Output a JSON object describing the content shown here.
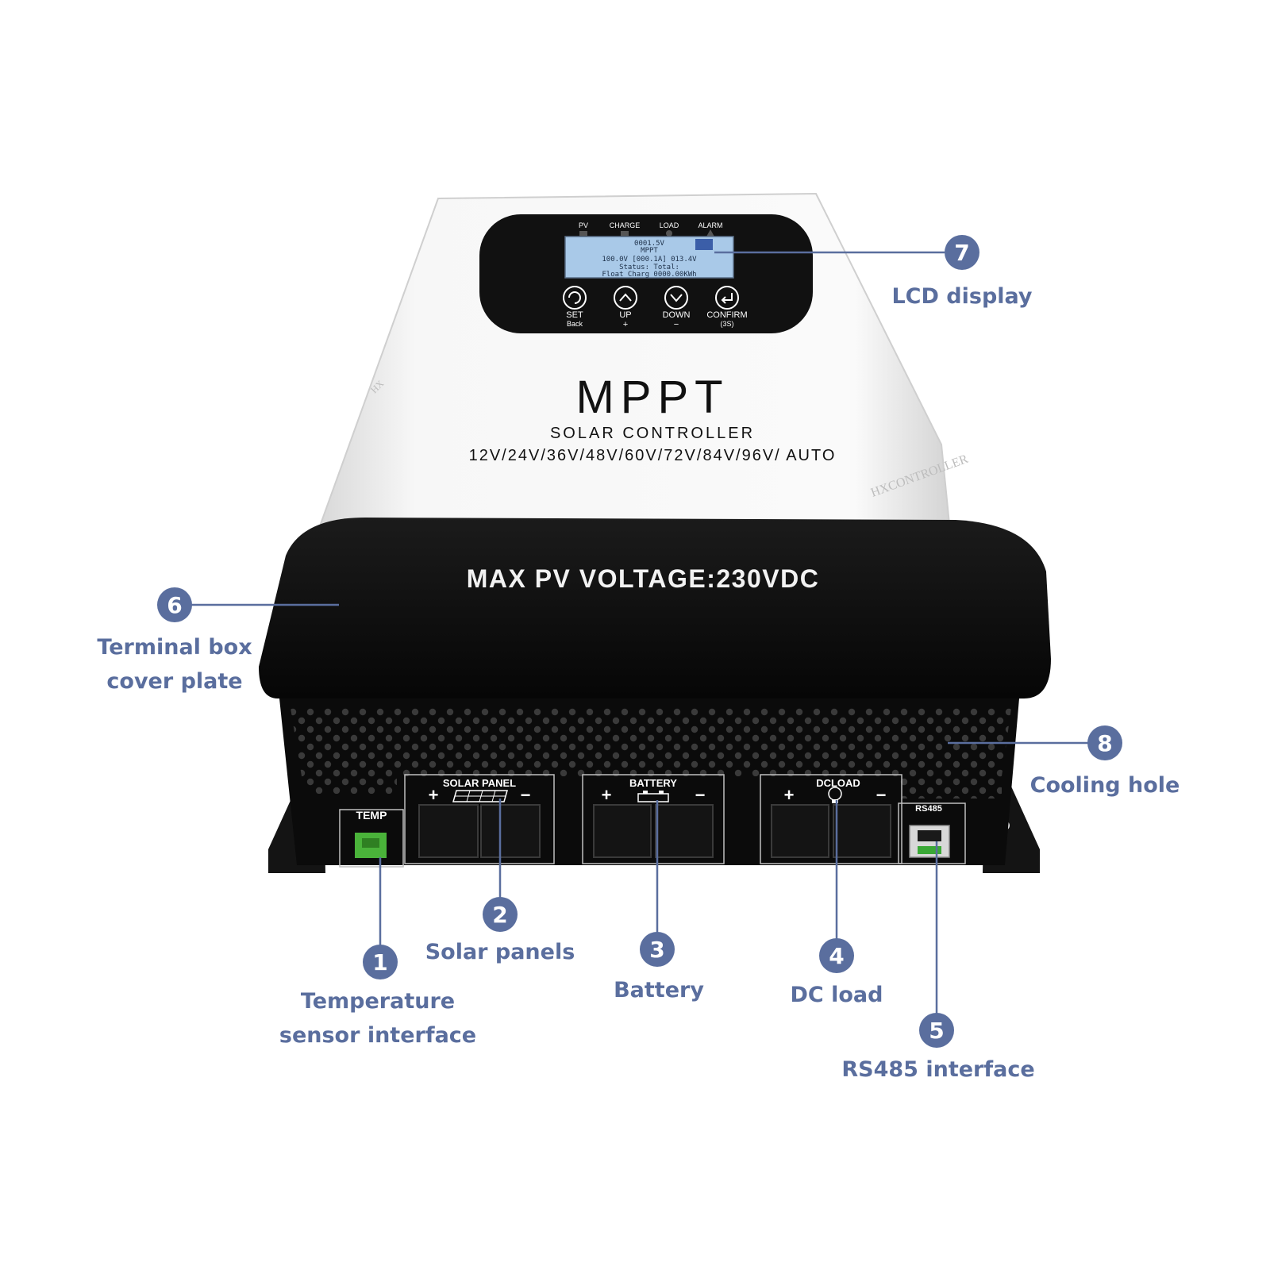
{
  "device": {
    "brand_title": "MPPT",
    "subtitle": "SOLAR CONTROLLER",
    "voltages": "12V/24V/36V/48V/60V/72V/84V/96V/ AUTO",
    "watermark": "HXCONTROLLER",
    "watermark_short": "HX",
    "max_voltage": "MAX PV VOLTAGE:230VDC",
    "indicators": [
      "PV",
      "CHARGE",
      "LOAD",
      "ALARM"
    ],
    "lcd_lines": [
      "0001.5V",
      "MPPT",
      "100.0V  [000.1A]  013.4V",
      "Status:        Total:",
      "Float Charg  0000.00KWh"
    ],
    "buttons": [
      {
        "label": "SET",
        "sub": "Back"
      },
      {
        "label": "UP",
        "sub": "+"
      },
      {
        "label": "DOWN",
        "sub": "−"
      },
      {
        "label": "CONFIRM",
        "sub": "(3S)"
      }
    ],
    "ports": {
      "temp": "TEMP",
      "solar": "SOLAR PANEL",
      "battery": "BATTERY",
      "dcload": "DCLOAD",
      "rs485": "RS485",
      "plus": "+",
      "minus": "−"
    }
  },
  "callouts": [
    {
      "num": "1",
      "lines": [
        "Temperature",
        "sensor interface"
      ]
    },
    {
      "num": "2",
      "lines": [
        "Solar panels"
      ]
    },
    {
      "num": "3",
      "lines": [
        "Battery"
      ]
    },
    {
      "num": "4",
      "lines": [
        "DC load"
      ]
    },
    {
      "num": "5",
      "lines": [
        "RS485 interface"
      ]
    },
    {
      "num": "6",
      "lines": [
        "Terminal box",
        "cover plate"
      ]
    },
    {
      "num": "7",
      "lines": [
        "LCD display"
      ]
    },
    {
      "num": "8",
      "lines": [
        "Cooling hole"
      ]
    }
  ],
  "colors": {
    "accent": "#5a6e9e",
    "body_white": "#f4f4f4",
    "body_black": "#0f0f0f",
    "lcd": "#a9c9e8",
    "terminal_green": "#4ab33a"
  }
}
